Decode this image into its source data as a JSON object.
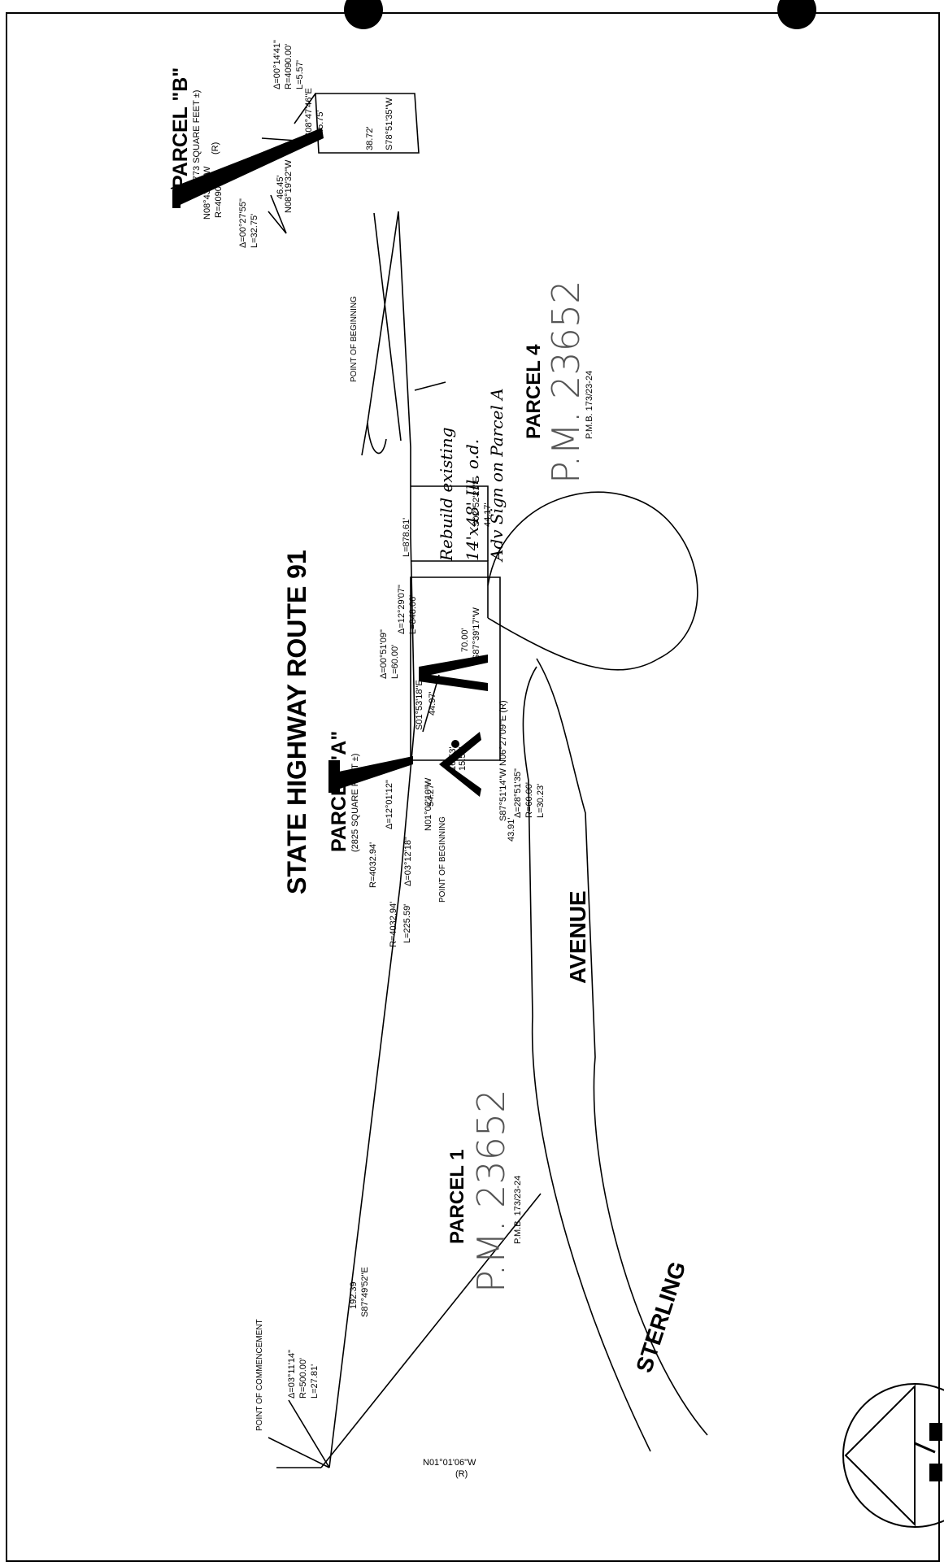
{
  "highway": "STATE HIGHWAY ROUTE 91",
  "street": {
    "part1": "STERLING",
    "part2": "AVENUE"
  },
  "parcel_a": {
    "title": "PARCEL \"A\"",
    "area": "(2825 SQUARE FEET ±)",
    "r1": "R=4032.94'",
    "d1": "Δ=12°01'12\"",
    "r2": "R=4032.94'",
    "l2": "L=225.59'",
    "d2": "Δ=03°12'18\"",
    "pob": "POINT OF BEGINNING",
    "curve_top_d": "Δ=00°51'09\"",
    "curve_top_l": "L=60.00'",
    "curve_mid_d": "Δ=12°29'07\"",
    "curve_mid_l": "L=848.06'",
    "b1": "S01°53'18\"E",
    "d_4497": "44.97'",
    "b_n": "N01°02'10\"W",
    "d_5427": "54.27'",
    "d_1653": "16.53'",
    "d_1553": "15.53'",
    "b_s87": "S87°51'14\"W",
    "d_4391": "43.91'",
    "r_note": "N06°27'09\"E (R)",
    "curve_ave_d": "Δ=28°51'35\"",
    "curve_ave_r": "R=60.00'",
    "curve_ave_l": "L=30.23'"
  },
  "parcel_b": {
    "title": "PARCEL \"B\"",
    "area": "(1773 SQUARE FEET ±)",
    "curve_d": "Δ=00°14'41\"",
    "curve_r": "R=4090.00'",
    "curve_l": "L=5.57'",
    "b_top": "S08°47'46\"E",
    "d_top": "45.75'",
    "b_n08": "N08°43'05\"W",
    "r_lbl": "R=4090.00'",
    "r_mark": "(R)",
    "d_side": "38.72'",
    "b_side": "S78°51'35\"W",
    "d_bot": "46.45'",
    "b_bot": "N08°19'32\"W",
    "curve2_d": "Δ=00°27'55\"",
    "curve2_l": "L=32.75'",
    "pob": "POINT OF BEGINNING"
  },
  "mid": {
    "l_long": "L=878.61'",
    "b_s02": "S02°52'21\"E",
    "d_4417": "44.17'",
    "d_7000": "70.00'",
    "b_s87b": "S87°39'17\"W"
  },
  "handwritten": {
    "line1": "Rebuild existing",
    "line2": "14'x48' Ill. o.d.",
    "line3": "Adv Sign on Parcel A"
  },
  "parcel1": {
    "title": "PARCEL 1",
    "pm": "P.M. 23652",
    "pmb": "P.M.B. 173/23-24"
  },
  "parcel4": {
    "title": "PARCEL 4",
    "pm": "P.M. 23652",
    "pmb": "P.M.B. 173/23-24"
  },
  "commence": {
    "label": "POINT OF COMMENCEMENT",
    "d": "Δ=03°11'14\"",
    "r": "R=500.00'",
    "l": "L=27.81'",
    "dist": "192.39",
    "bearing": "S87°49'52\"E",
    "bottom_bearing": "N01°01'06\"W",
    "bottom_r": "(R)"
  }
}
